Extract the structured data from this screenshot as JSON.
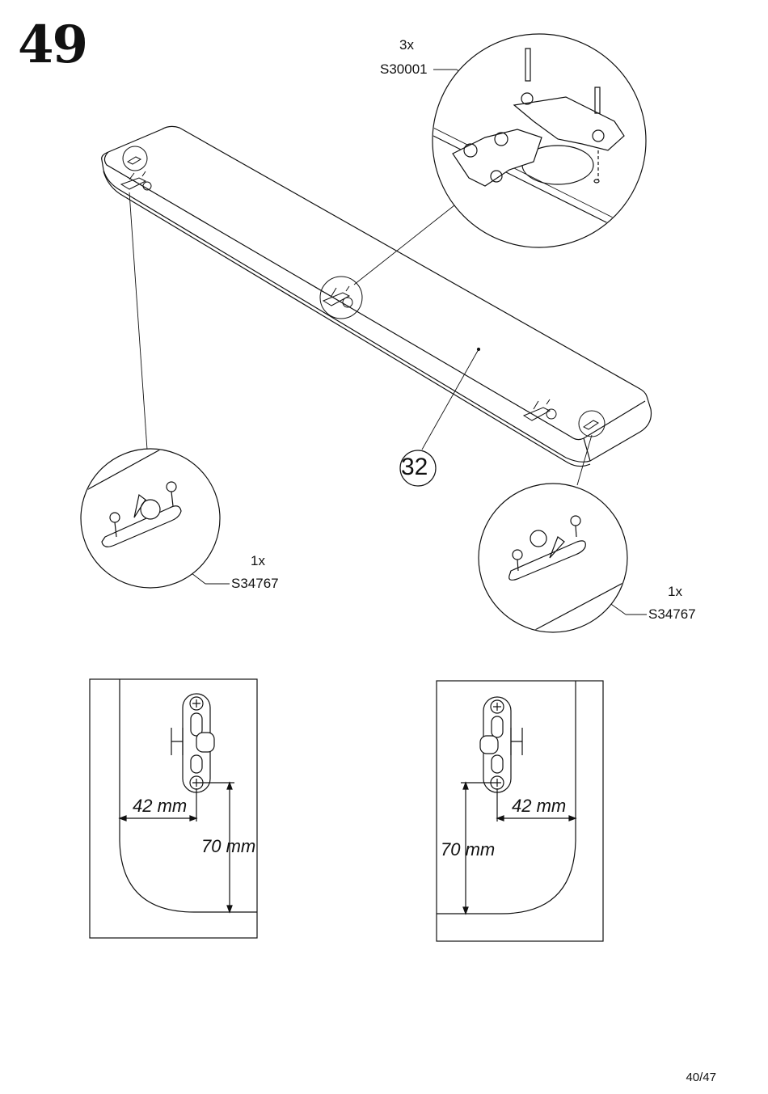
{
  "step": {
    "number": "49"
  },
  "part": {
    "number": "32"
  },
  "hinge_callout": {
    "qty": "3x",
    "code": "S30001"
  },
  "catch_left": {
    "qty": "1x",
    "code": "S34767"
  },
  "catch_right": {
    "qty": "1x",
    "code": "S34767"
  },
  "dims_left": {
    "horizontal": "42 mm",
    "vertical": "70 mm"
  },
  "dims_right": {
    "horizontal": "42 mm",
    "vertical": "70 mm"
  },
  "page": {
    "label": "40/47"
  }
}
